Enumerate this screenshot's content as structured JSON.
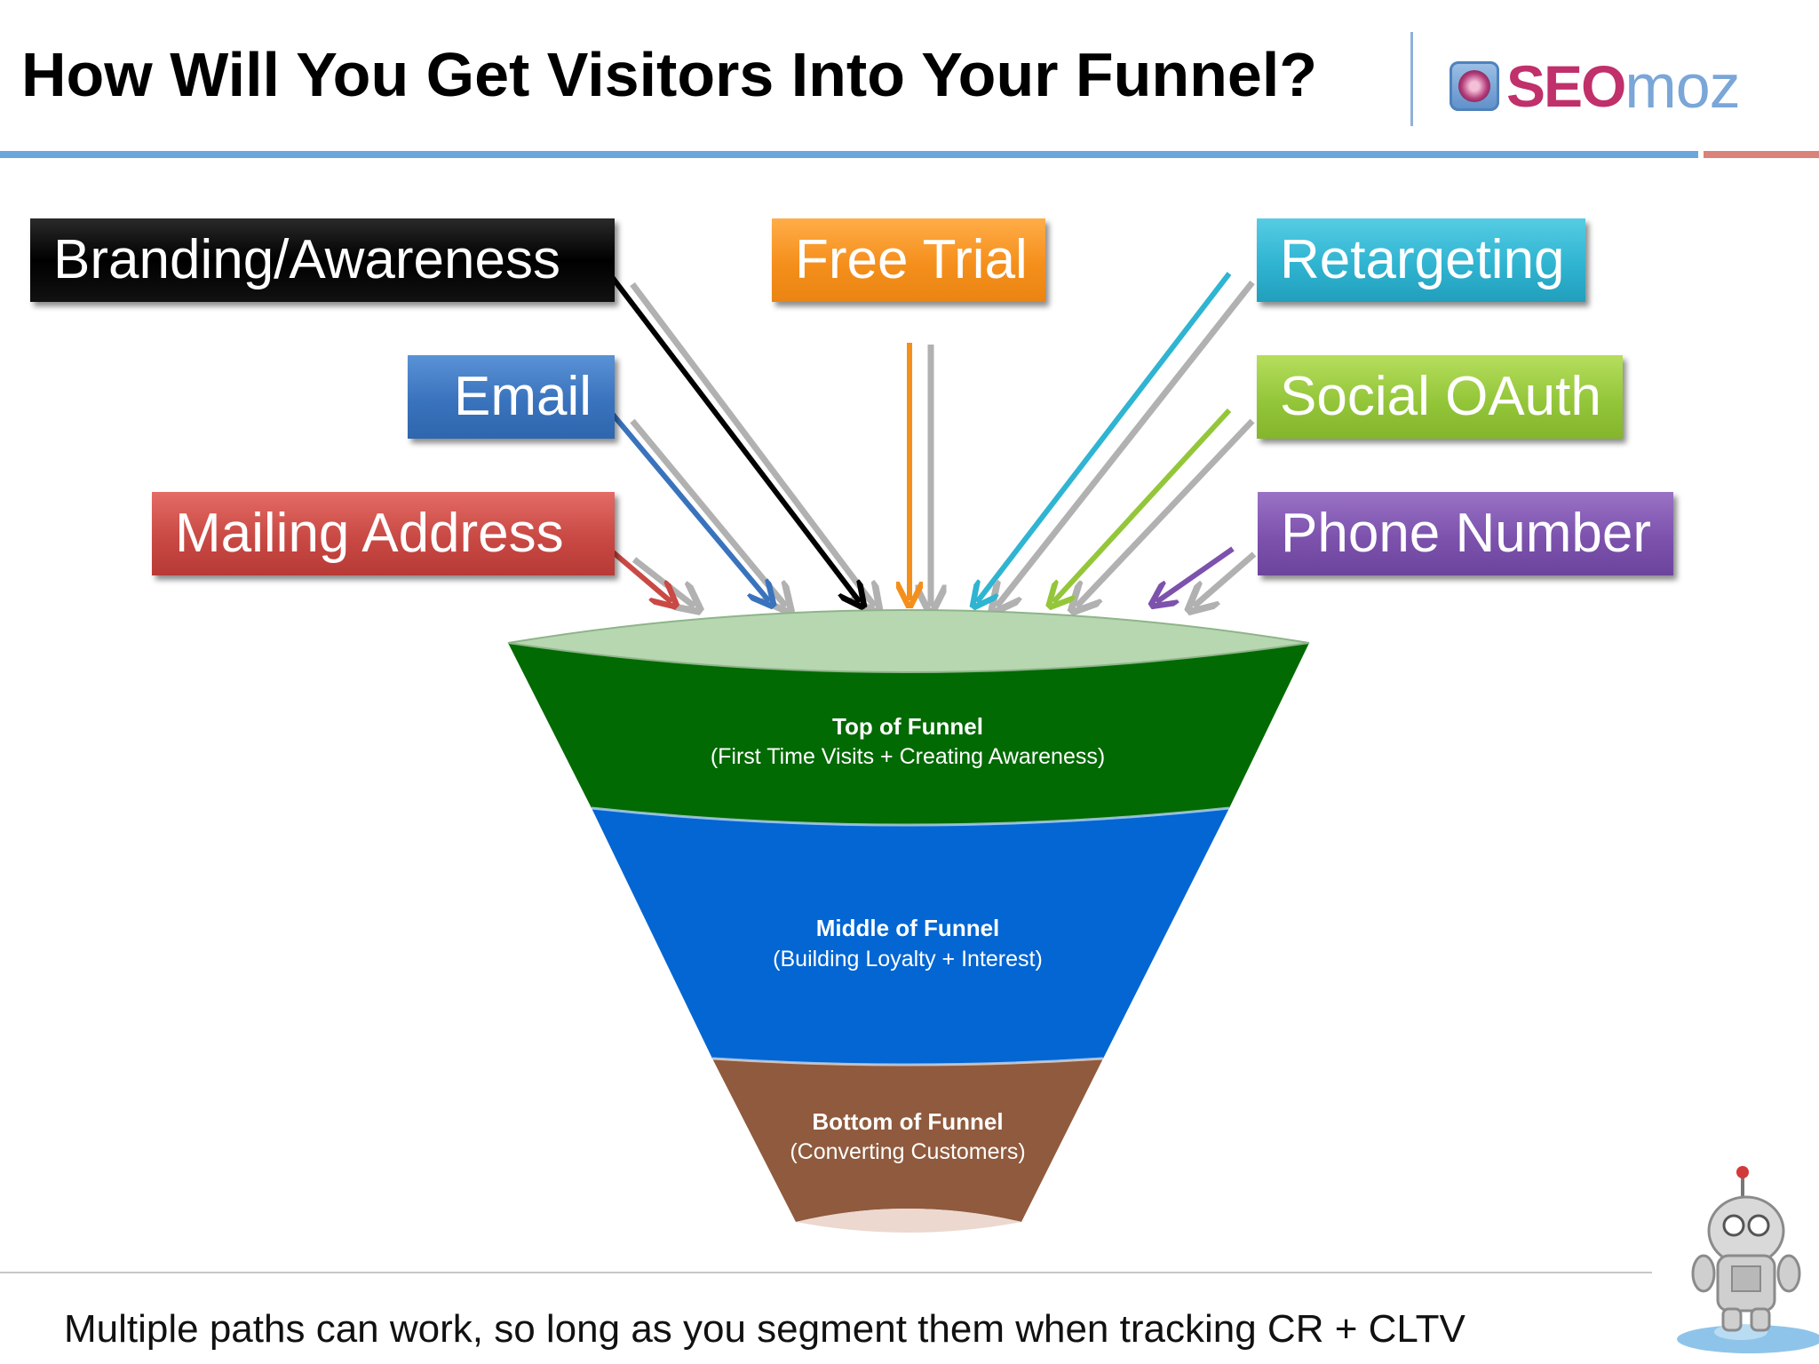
{
  "title": "How Will You Get Visitors Into Your Funnel?",
  "logo": {
    "part1": "SEO",
    "part2": "moz"
  },
  "channels": {
    "branding": "Branding/Awareness",
    "email": "Email",
    "mailing": "Mailing Address",
    "free_trial": "Free Trial",
    "retargeting": "Retargeting",
    "social": "Social OAuth",
    "phone": "Phone Number"
  },
  "funnel": {
    "top": {
      "title": "Top of Funnel",
      "subtitle": "(First Time Visits + Creating Awareness)"
    },
    "middle": {
      "title": "Middle of Funnel",
      "subtitle": "(Building Loyalty + Interest)"
    },
    "bottom": {
      "title": "Bottom of Funnel",
      "subtitle": "(Converting Customers)"
    }
  },
  "footer": "Multiple paths can work, so long as you segment them when tracking CR + CLTV",
  "colors": {
    "branding": "#000000",
    "email": "#3a73bd",
    "mailing": "#c94944",
    "free_trial": "#f58f1c",
    "retargeting": "#2fb4d1",
    "social": "#94c63a",
    "phone": "#7c52ad",
    "funnel_top": "#026a02",
    "funnel_middle": "#0366d2",
    "funnel_bottom": "#8f5a3d",
    "funnel_rim": "#b7d7b1",
    "rule_blue": "#6aa7df",
    "rule_red": "#d9837a"
  }
}
